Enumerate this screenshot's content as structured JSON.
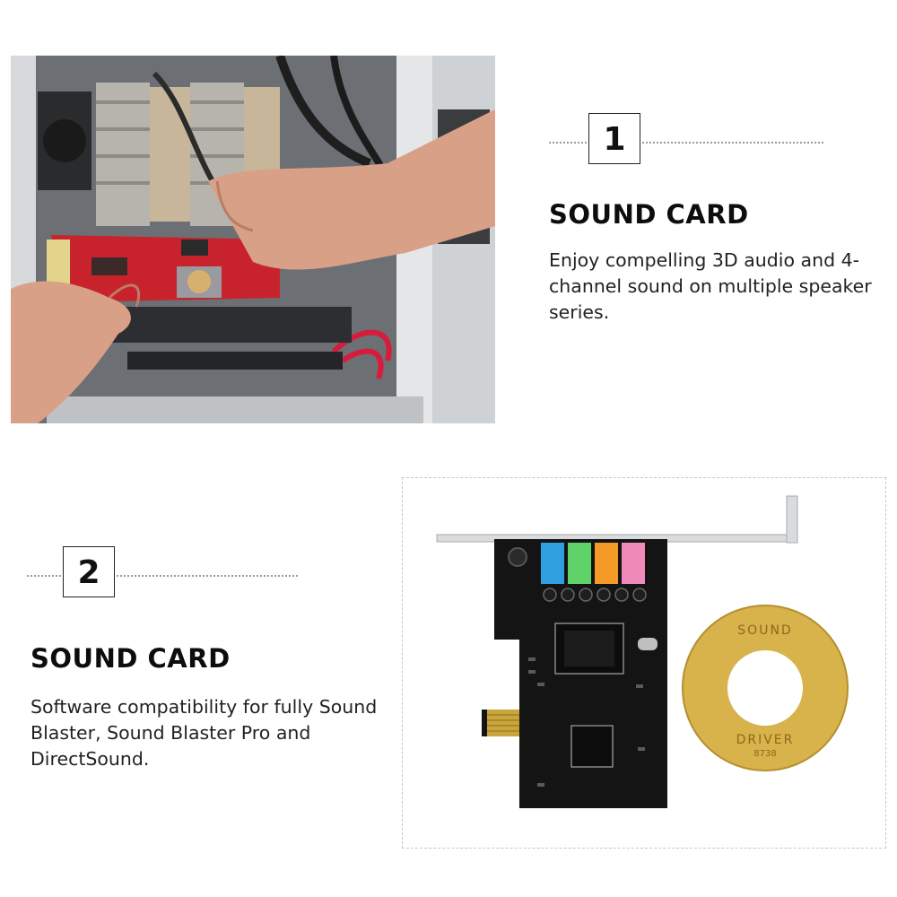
{
  "section1": {
    "number": "1",
    "heading": "SOUND CARD",
    "description": "Enjoy compelling 3D audio and 4-channel sound on multiple speaker series."
  },
  "section2": {
    "number": "2",
    "heading": "SOUND CARD",
    "description": "Software compatibility for fully Sound Blaster, Sound Blaster Pro and DirectSound."
  },
  "disc": {
    "top_label": "SOUND",
    "bottom_label": "DRIVER",
    "code": "8738"
  },
  "colors": {
    "card_red": "#c8232c",
    "pcb_black": "#121212",
    "jack_blue": "#2f9fe0",
    "jack_green": "#5fd36a",
    "jack_orange": "#f59a27",
    "jack_pink": "#f08ab9",
    "disc_gold": "#d8b24a"
  }
}
